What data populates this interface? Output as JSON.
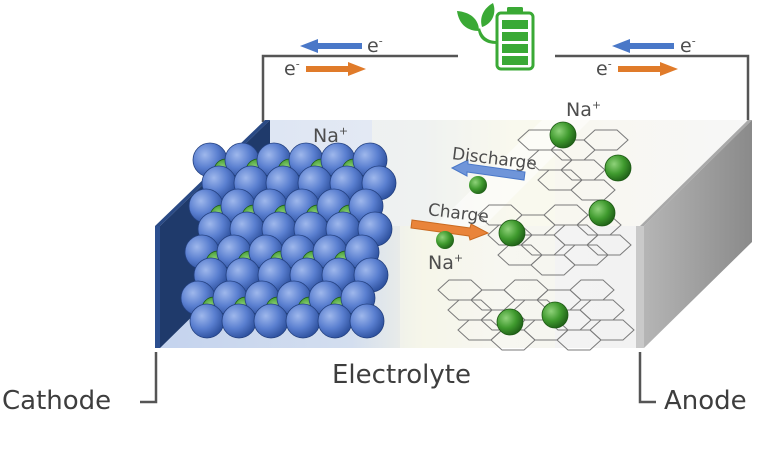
{
  "labels": {
    "cathode": "Cathode",
    "anode": "Anode",
    "electrolyte": "Electrolyte",
    "discharge": "Discharge",
    "charge": "Charge",
    "ion_cathode": "Na",
    "ion_anode": "Na",
    "ion_middle": "Na",
    "ion_charge_sign": "+",
    "electron": "e",
    "electron_charge": "-"
  },
  "icons": {
    "battery": "battery-icon",
    "plant": "leaf-plant-icon"
  },
  "colors": {
    "cathode_plate": "#1f3a6b",
    "anode_plate": "#8c8c8c",
    "cathode_atom": "#4a6fc0",
    "sodium_ion": "#3f8f2e",
    "discharge_arrow": "#4a78c8",
    "charge_arrow": "#e07b2a",
    "battery_green": "#3aa935",
    "wire": "#555555"
  }
}
